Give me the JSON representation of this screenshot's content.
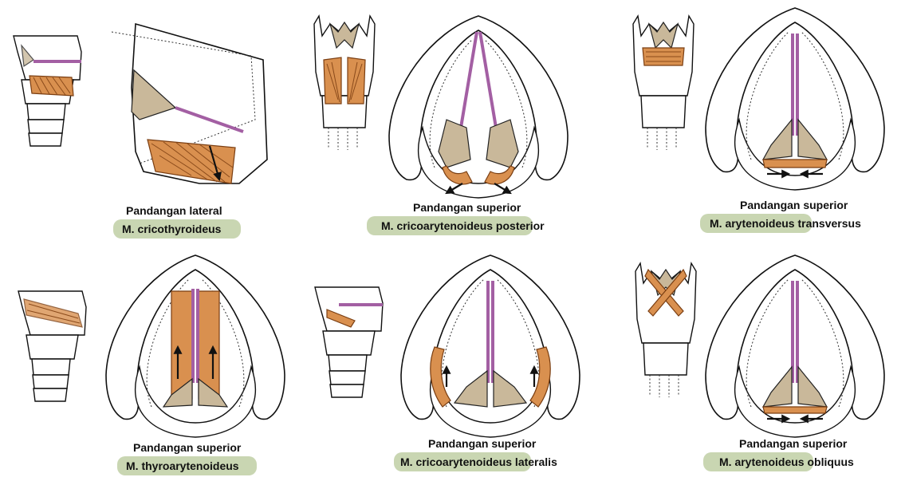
{
  "panels": [
    {
      "view": "Pandangan lateral",
      "muscle": "M. cricothyroideus",
      "suffix": ""
    },
    {
      "view": "Pandangan superior",
      "muscle": "M. cricoarytenoideus",
      "suffix": " posterior"
    },
    {
      "view": "Pandangan superior",
      "muscle": "M. arytenoideus",
      "suffix": " transversus"
    },
    {
      "view": "Pandangan superior",
      "muscle": "M. thyroarytenoideus",
      "suffix": ""
    },
    {
      "view": "Pandangan superior",
      "muscle": "M. cricoarytenoideus",
      "suffix": " lateralis"
    },
    {
      "view": "Pandangan superior",
      "muscle": "M. arytenoideus",
      "suffix": " obliquus"
    }
  ],
  "colors": {
    "muscle": "#d9904f",
    "cartilage": "#c9b89a",
    "vocal_cord": "#a35fa3",
    "highlight": "#c9d6b2"
  }
}
